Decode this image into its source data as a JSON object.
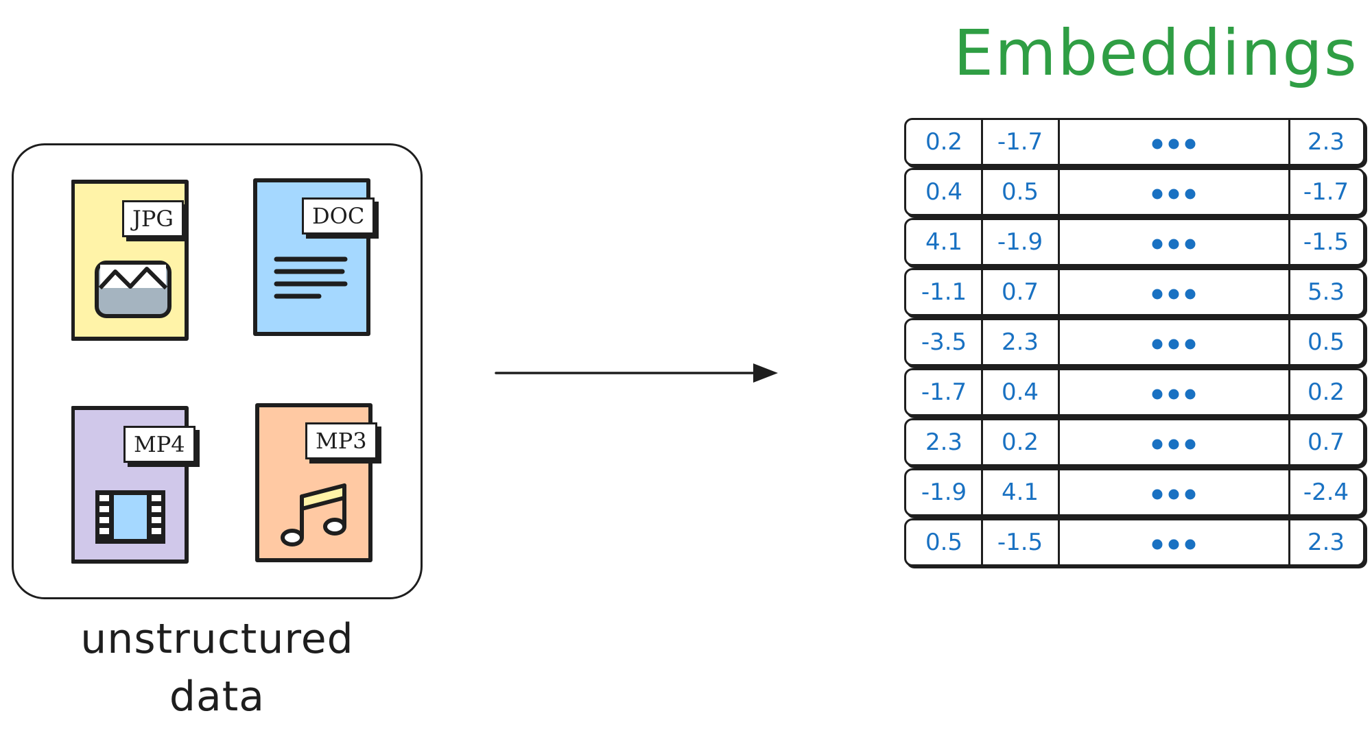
{
  "files": {
    "jpg": {
      "tag": "JPG",
      "color": "#fff3a8",
      "icon": "image-icon"
    },
    "doc": {
      "tag": "DOC",
      "color": "#a5d8ff",
      "icon": "text-lines-icon"
    },
    "mp4": {
      "tag": "MP4",
      "color": "#d0c8ea",
      "icon": "film-strip-icon"
    },
    "mp3": {
      "tag": "MP3",
      "color": "#ffc9a3",
      "icon": "music-note-icon"
    }
  },
  "caption": {
    "line1": "unstructured",
    "line2": "data"
  },
  "arrow_icon": "arrow-right-icon",
  "embeddings": {
    "title": "Embeddings",
    "title_color": "#2f9e44",
    "value_color": "#1971c2",
    "ellipsis_icon": "ellipsis-icon",
    "rows": [
      {
        "v1": "0.2",
        "v2": "-1.7",
        "vlast": "2.3"
      },
      {
        "v1": "0.4",
        "v2": "0.5",
        "vlast": "-1.7"
      },
      {
        "v1": "4.1",
        "v2": "-1.9",
        "vlast": "-1.5"
      },
      {
        "v1": "-1.1",
        "v2": "0.7",
        "vlast": "5.3"
      },
      {
        "v1": "-3.5",
        "v2": "2.3",
        "vlast": "0.5"
      },
      {
        "v1": "-1.7",
        "v2": "0.4",
        "vlast": "0.2"
      },
      {
        "v1": "2.3",
        "v2": "0.2",
        "vlast": "0.7"
      },
      {
        "v1": "-1.9",
        "v2": "4.1",
        "vlast": "-2.4"
      },
      {
        "v1": "0.5",
        "v2": "-1.5",
        "vlast": "2.3"
      }
    ]
  }
}
